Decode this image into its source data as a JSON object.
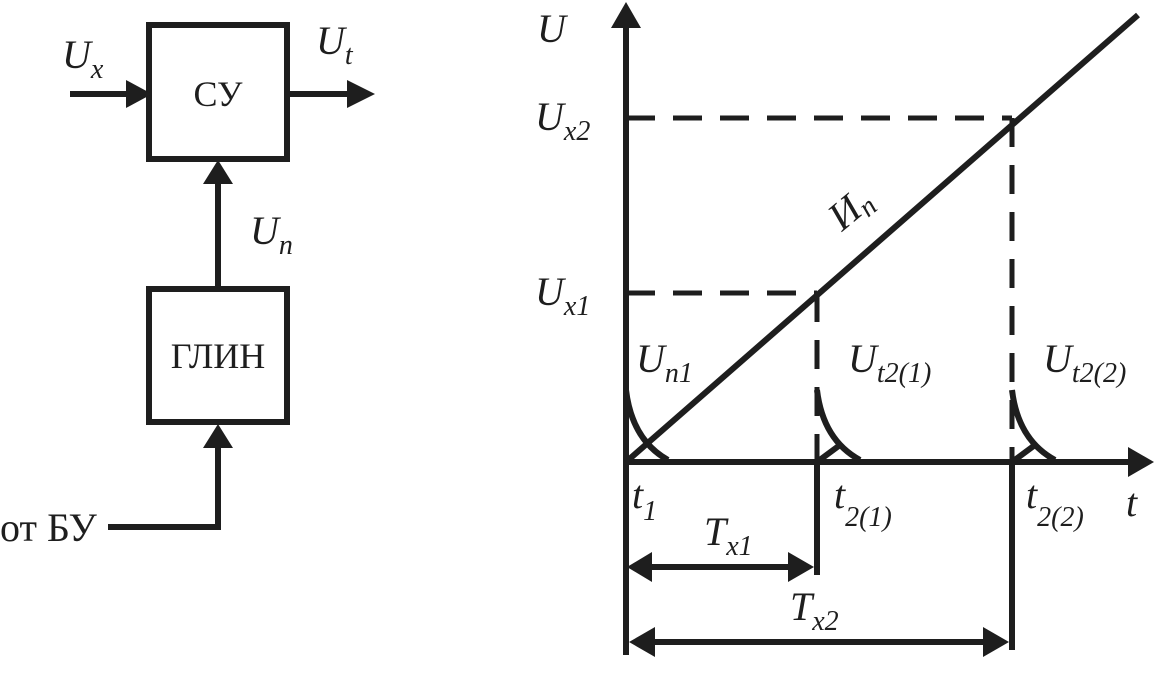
{
  "block_diagram": {
    "comparator_label": "СУ",
    "generator_label": "ГЛИН",
    "input": {
      "main": "U",
      "sub": "x"
    },
    "output": {
      "main": "U",
      "sub": "t"
    },
    "ramp_signal": {
      "main": "U",
      "sub": "n"
    },
    "control_source": "от БУ"
  },
  "timing_diagram": {
    "y_axis": "U",
    "x_axis": "t",
    "levels": [
      {
        "main": "U",
        "sub": "x2"
      },
      {
        "main": "U",
        "sub": "x1"
      }
    ],
    "ramp_label": {
      "main": "И",
      "sub": "n"
    },
    "pulses": [
      {
        "main": "U",
        "sub": "n1"
      },
      {
        "main": "U",
        "sub": "t2(1)"
      },
      {
        "main": "U",
        "sub": "t2(2)"
      }
    ],
    "time_marks": [
      {
        "main": "t",
        "sub": "1"
      },
      {
        "main": "t",
        "sub": "2(1)"
      },
      {
        "main": "t",
        "sub": "2(2)"
      }
    ],
    "intervals": [
      {
        "main": "T",
        "sub": "x1"
      },
      {
        "main": "T",
        "sub": "x2"
      }
    ]
  }
}
